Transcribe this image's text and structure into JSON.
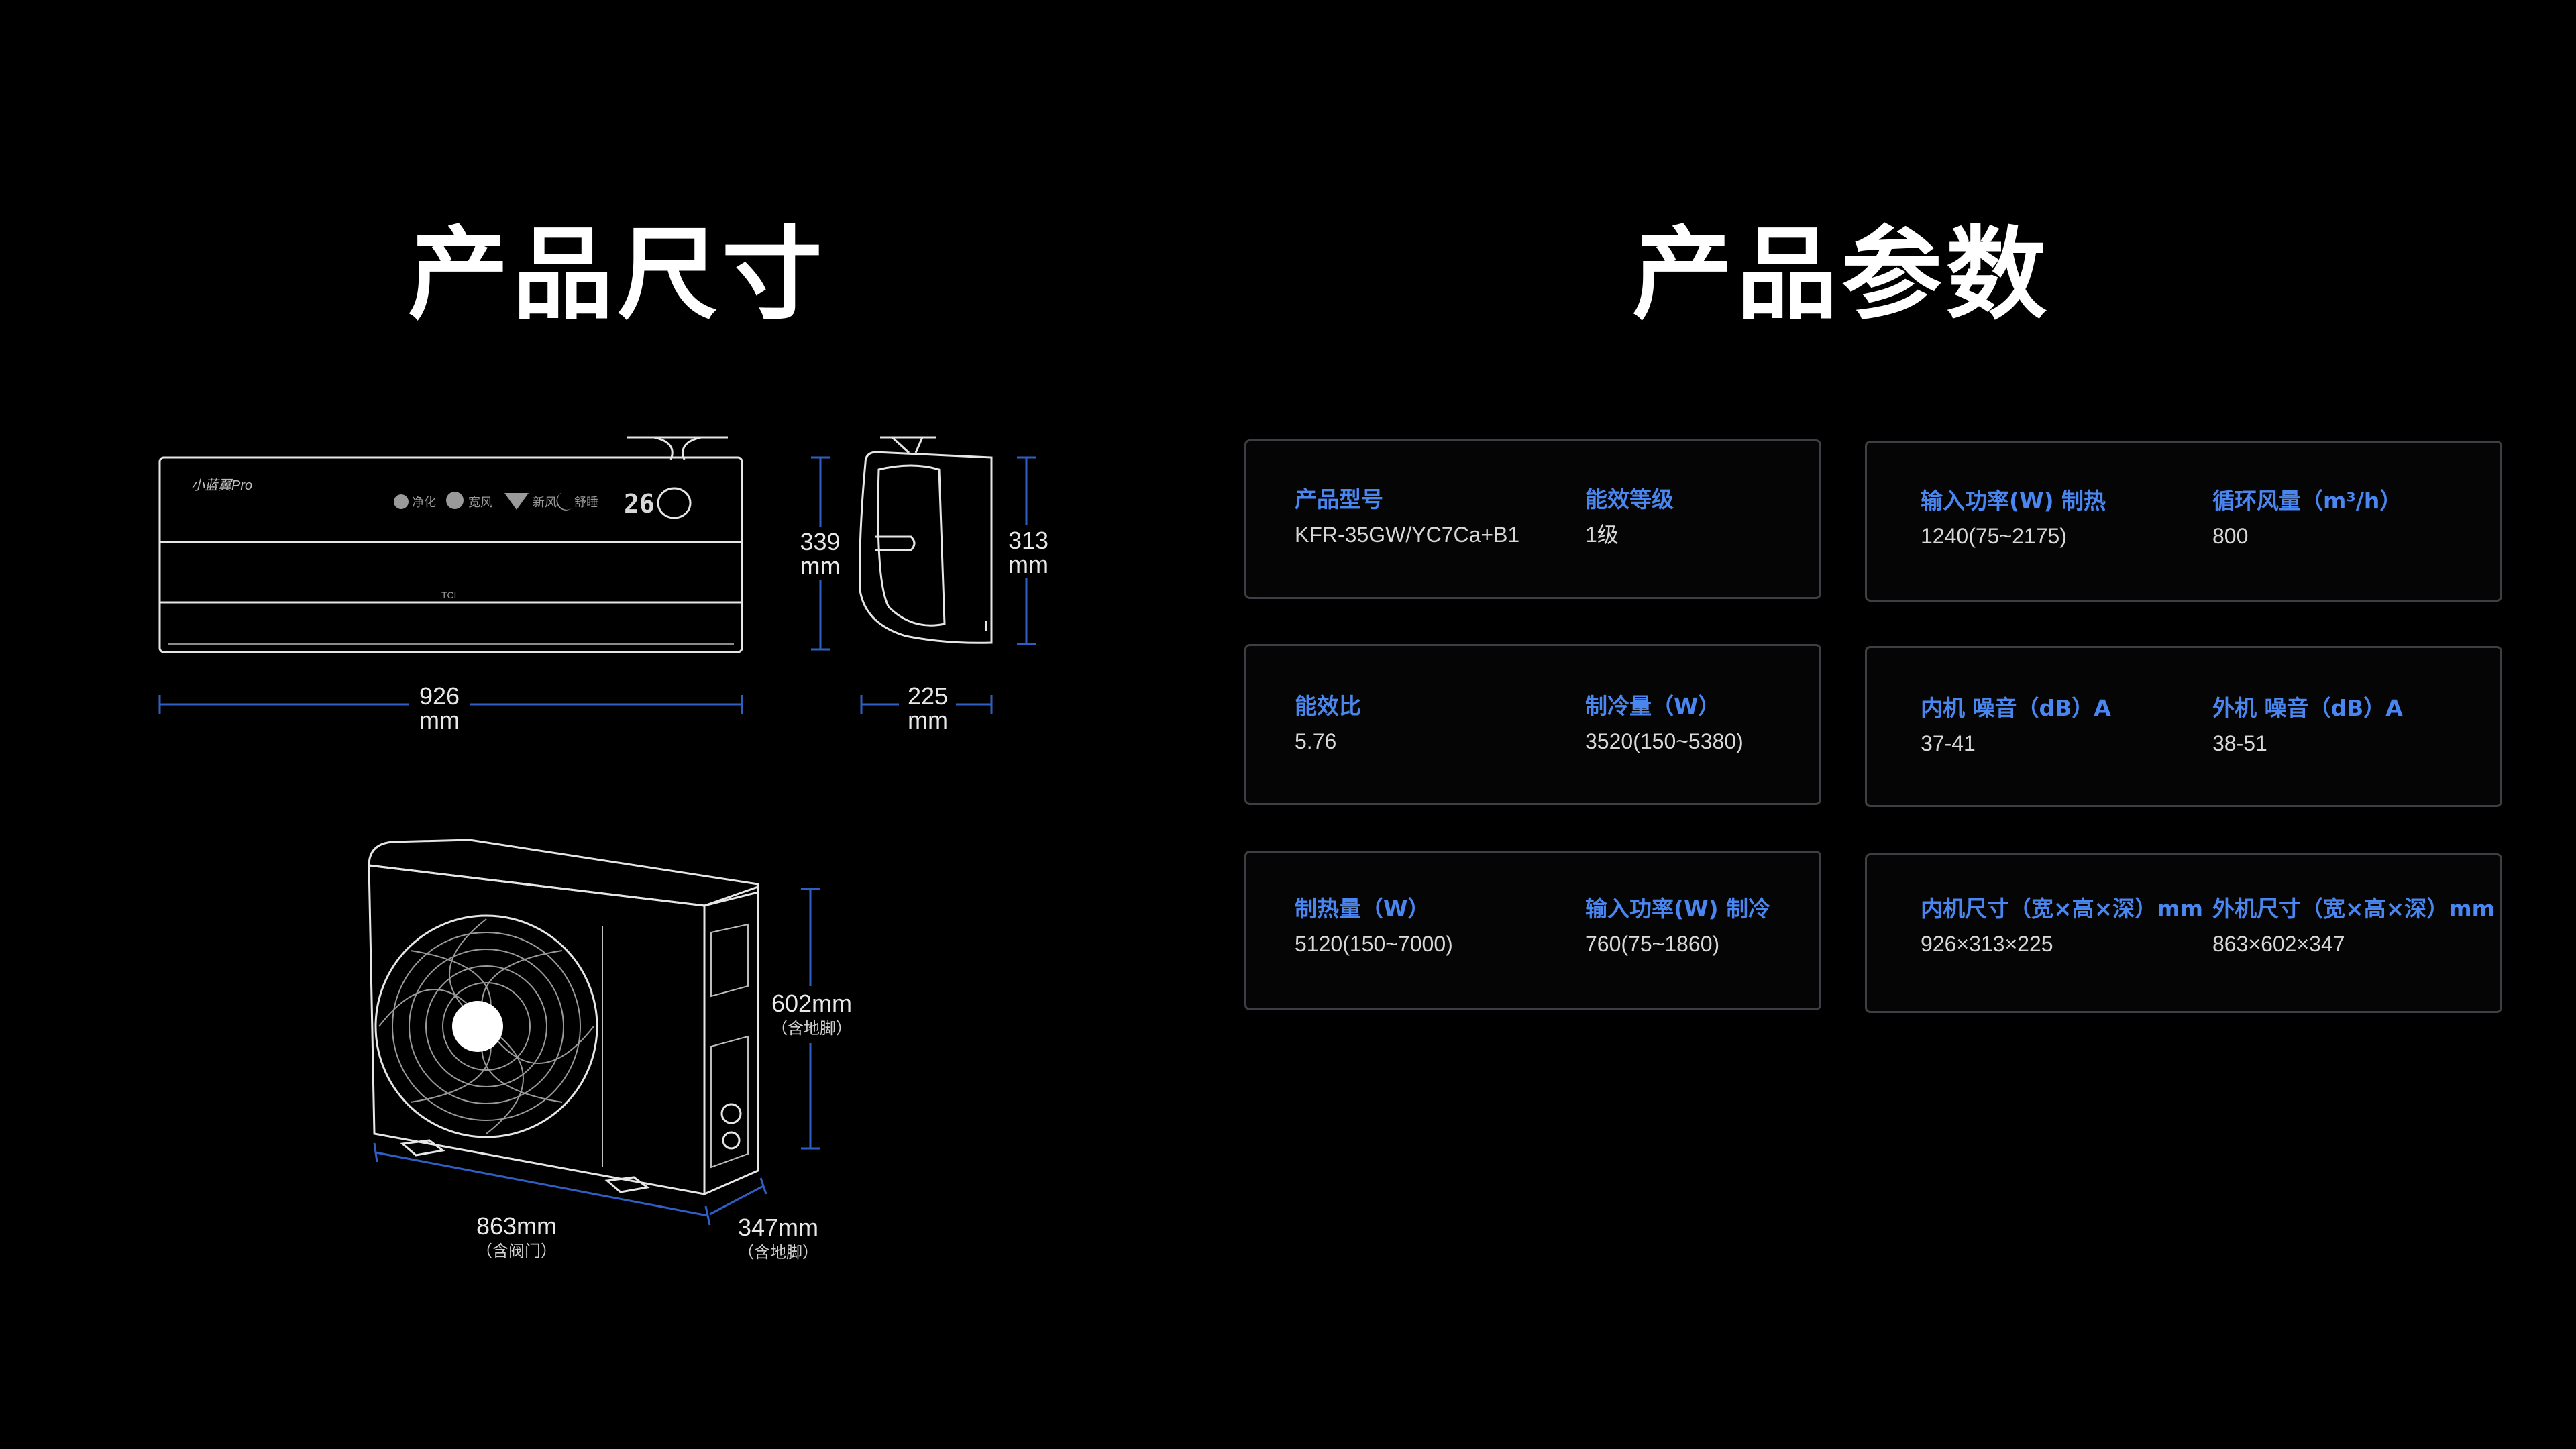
{
  "headings": {
    "size": "产品尺寸",
    "spec": "产品参数"
  },
  "dimensions": {
    "indoor_width": {
      "value": "926",
      "unit": "mm"
    },
    "indoor_height": {
      "value": "339",
      "unit": "mm"
    },
    "side_depth": {
      "value": "225",
      "unit": "mm"
    },
    "side_height": {
      "value": "313",
      "unit": "mm"
    },
    "outdoor_height": {
      "value": "602mm",
      "note": "（含地脚）"
    },
    "outdoor_width": {
      "value": "863mm",
      "note": "（含阀门）"
    },
    "outdoor_depth": {
      "value": "347mm",
      "note": "（含地脚）"
    }
  },
  "indoor_panel": {
    "brand": "小蓝翼Pro",
    "mode_labels": [
      "净化",
      "宽风",
      "新风",
      "舒睡"
    ],
    "display": "26",
    "logo": "TCL"
  },
  "specs": [
    {
      "left": {
        "label": "产品型号",
        "value": "KFR-35GW/YC7Ca+B1"
      },
      "right": {
        "label": "能效等级",
        "value": "1级"
      }
    },
    {
      "left": {
        "label": "输入功率(W) 制热",
        "value": "1240(75~2175)"
      },
      "right": {
        "label": "循环风量（m³/h）",
        "value": "800"
      }
    },
    {
      "left": {
        "label": "能效比",
        "value": "5.76"
      },
      "right": {
        "label": "制冷量（W）",
        "value": "3520(150~5380)"
      }
    },
    {
      "left": {
        "label": "内机 噪音（dB）A",
        "value": "37-41"
      },
      "right": {
        "label": "外机 噪音（dB）A",
        "value": "38-51"
      }
    },
    {
      "left": {
        "label": "制热量（W）",
        "value": "5120(150~7000)"
      },
      "right": {
        "label": "输入功率(W) 制冷",
        "value": "760(75~1860)"
      }
    },
    {
      "left": {
        "label": "内机尺寸（宽×高×深）mm",
        "value": "926×313×225"
      },
      "right": {
        "label": "外机尺寸（宽×高×深）mm",
        "value": "863×602×347"
      }
    }
  ],
  "colors": {
    "background": "#000000",
    "accent": "#4a86f0",
    "line": "#2f5fc4",
    "card_border": "#3d3f44"
  }
}
